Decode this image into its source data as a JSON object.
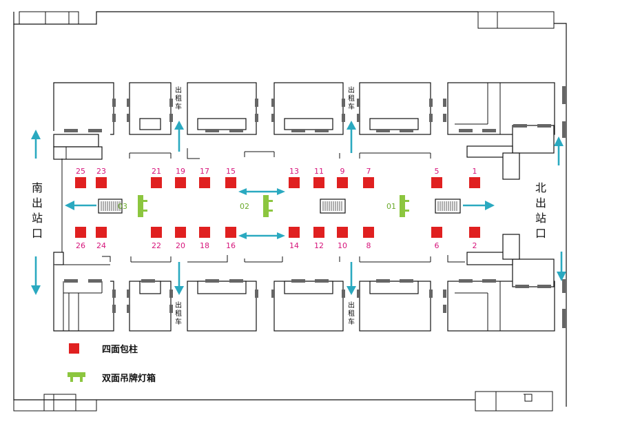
{
  "exits": {
    "south": "南出站口",
    "north": "北出站口"
  },
  "taxi_label": "出租车",
  "pillars": [
    "1",
    "2",
    "5",
    "6",
    "7",
    "8",
    "9",
    "10",
    "11",
    "12",
    "13",
    "14",
    "15",
    "16",
    "17",
    "18",
    "19",
    "20",
    "21",
    "22",
    "23",
    "24",
    "25",
    "26"
  ],
  "signboards": [
    "01",
    "02",
    "03"
  ],
  "legend": {
    "pillar": "四面包柱",
    "signboard": "双面吊牌灯箱"
  },
  "colors": {
    "pillar": "#e02020",
    "pillar_number": "#d6137a",
    "signboard": "#8cc63f",
    "arrow": "#2aa9c0"
  }
}
